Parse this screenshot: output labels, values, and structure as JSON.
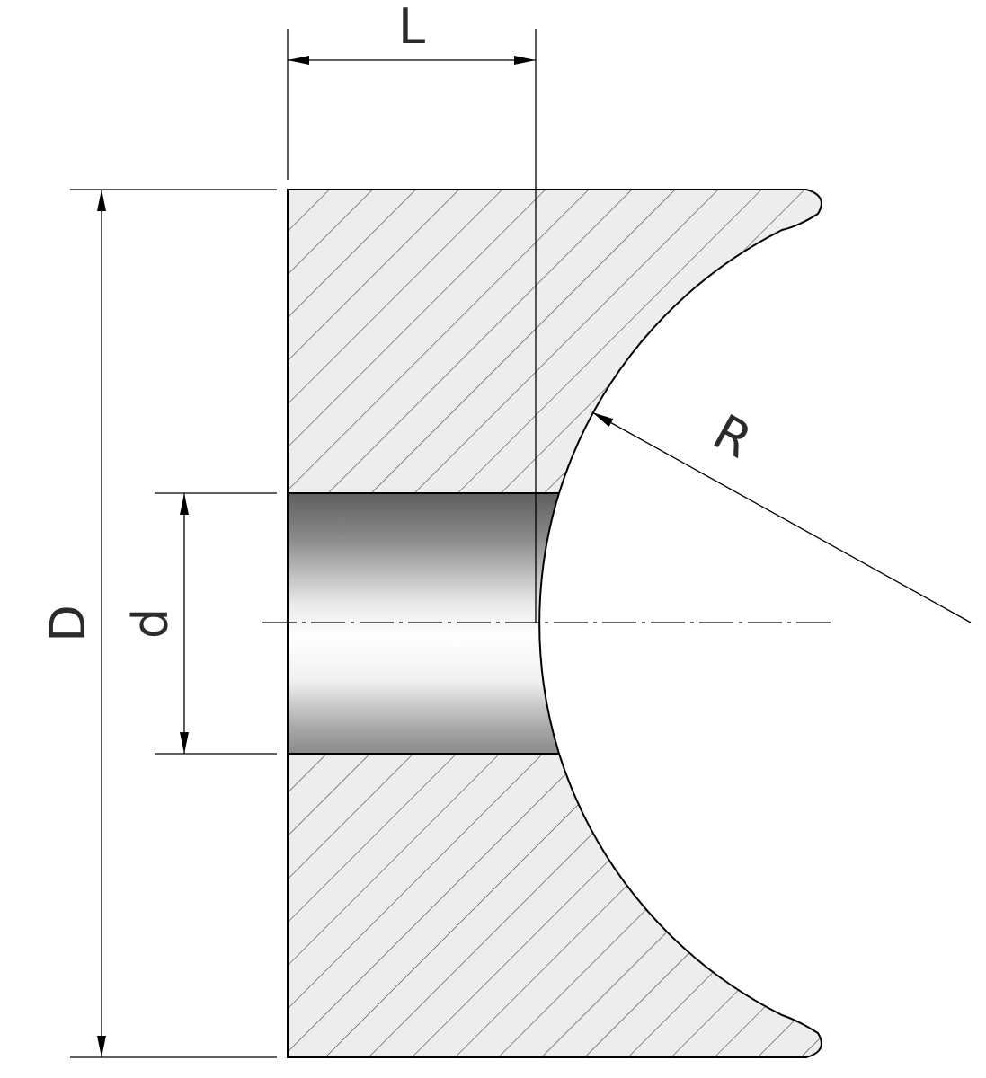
{
  "labels": {
    "length": "L",
    "outer_diameter": "D",
    "bore_diameter": "d",
    "radius": "R"
  },
  "colors": {
    "section_fill": "#ededed",
    "hatch": "#333333",
    "bore_dark": "#5e5e5e",
    "bore_light": "#ffffff",
    "line": "#000000",
    "text": "#2b2b2b"
  }
}
